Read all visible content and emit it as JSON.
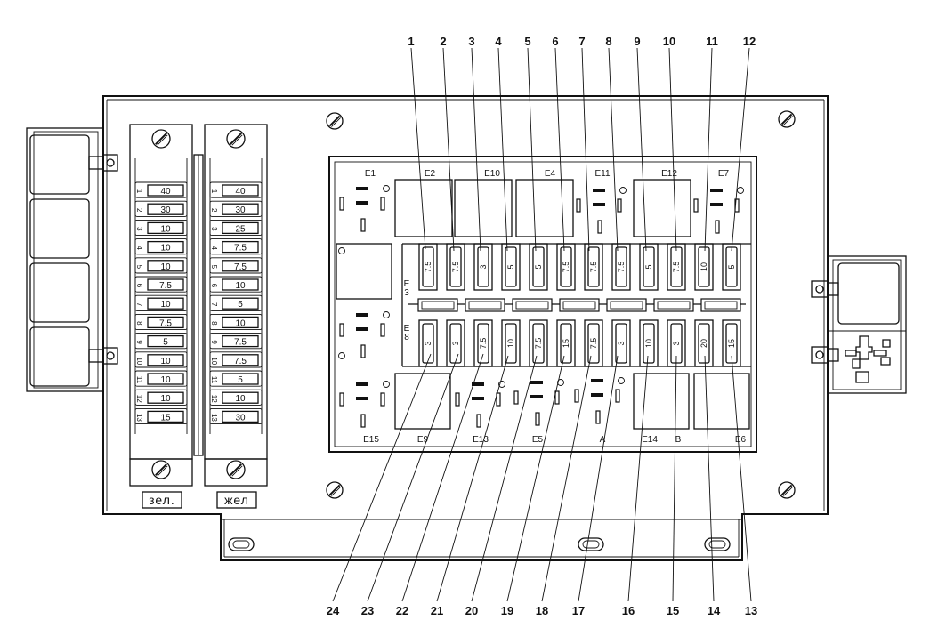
{
  "callouts_top": [
    "1",
    "2",
    "3",
    "4",
    "5",
    "6",
    "7",
    "8",
    "9",
    "10",
    "11",
    "12"
  ],
  "callouts_bottom": [
    "24",
    "23",
    "22",
    "21",
    "20",
    "19",
    "18",
    "17",
    "16",
    "15",
    "14",
    "13"
  ],
  "strip_green": {
    "label": "зел.",
    "numbers": [
      "1",
      "2",
      "3",
      "4",
      "5",
      "6",
      "7",
      "8",
      "9",
      "10",
      "11",
      "12",
      "13"
    ],
    "values": [
      "40",
      "30",
      "10",
      "10",
      "10",
      "7.5",
      "10",
      "7.5",
      "5",
      "10",
      "10",
      "10",
      "15"
    ]
  },
  "strip_yellow": {
    "label": "жел",
    "numbers": [
      "1",
      "2",
      "3",
      "4",
      "5",
      "6",
      "7",
      "8",
      "9",
      "10",
      "11",
      "12",
      "13"
    ],
    "values": [
      "40",
      "30",
      "25",
      "7.5",
      "7.5",
      "10",
      "5",
      "10",
      "7.5",
      "7.5",
      "5",
      "10",
      "30"
    ]
  },
  "fuses_top": [
    "7.5",
    "7.5",
    "3",
    "5",
    "5",
    "7.5",
    "7.5",
    "7.5",
    "5",
    "7.5",
    "10",
    "5"
  ],
  "fuses_bottom": [
    "3",
    "3",
    "7.5",
    "10",
    "7.5",
    "15",
    "7.5",
    "3",
    "10",
    "3",
    "20",
    "15"
  ],
  "relay_labels_top": [
    "E1",
    "E2",
    "E10",
    "E4",
    "E11",
    "E12",
    "E7"
  ],
  "relay_labels_bottom": [
    "E15",
    "E9",
    "E13",
    "E5",
    "A",
    "E14",
    "B",
    "E6"
  ],
  "side_labels": {
    "e3": "E\n3",
    "e8": "E\n8"
  }
}
